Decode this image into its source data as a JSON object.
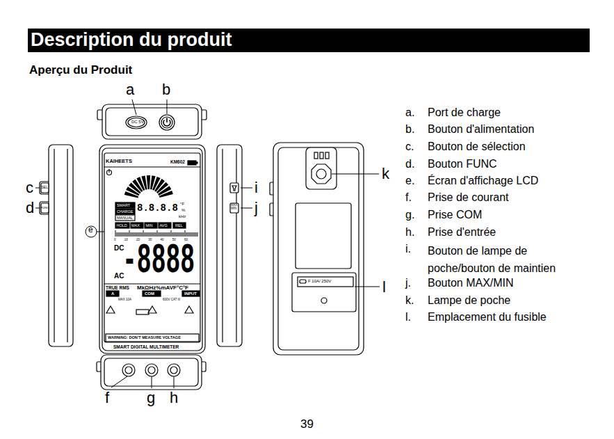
{
  "diagram": {
    "nodes": [
      {
        "text": [
          "Description du produit"
        ]
      }
    ],
    "labels": [
      "Aperçu du Produit",
      "a",
      "b",
      "c",
      "d",
      "e",
      "i",
      "j",
      "k",
      "l",
      "f",
      "g",
      "h",
      "a.",
      "Port de charge",
      "b.",
      "Bouton d'alimentation",
      "c.",
      "Bouton de sélection",
      "d.",
      "Bouton FUNC",
      "e.",
      "Écran d'affichage LCD",
      "f.",
      "Prise de courant",
      "g.",
      "Prise COM",
      "h.",
      "Prise d'entrée",
      "i.",
      "Bouton de lampe de poche/bouton de maintien",
      "j.",
      "Bouton MAX/MIN",
      "k.",
      "Lampe de poche",
      "l.",
      "Emplacement du fusible",
      "39",
      "DC 5V",
      "SEL",
      "FUNC",
      "MAX MIN",
      "KAIHEETS",
      "KM602",
      "SMART",
      "CHARGE",
      "MANUAL",
      "8.8.8.8",
      "°F",
      "%",
      "kHz",
      "HOLD",
      "MAX",
      "MIN",
      "AVG",
      "REL",
      "0 10 20 30 40 50 60",
      "DC",
      "-8888",
      "AC",
      "TRUE RMS",
      "MkΩHz%mAVF°C°F",
      "A",
      "COM",
      "INPUT",
      "MAX 10A",
      "600V CAT III",
      "WARNING: DON'T MEASURE VOLTAGE",
      "SMART DIGITAL MULTIMETER",
      "F 10A/ 250V"
    ]
  }
}
